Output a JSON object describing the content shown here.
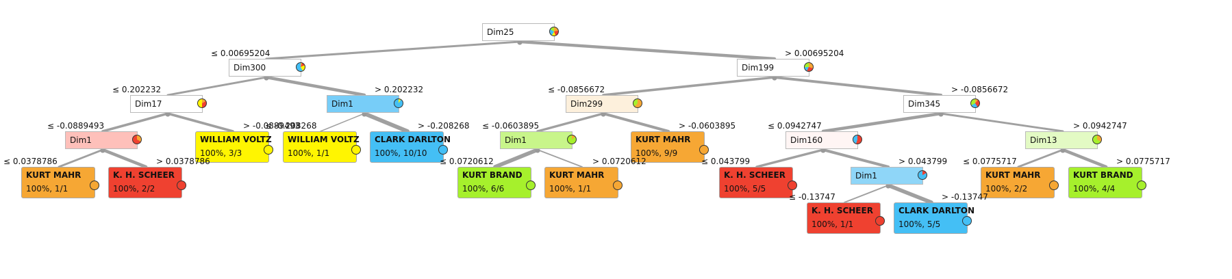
{
  "colors": {
    "KURT MAHR": "#f6a734",
    "K. H. SCHEER": "#ef4130",
    "WILLIAM VOLTZ": "#fff501",
    "CLARK DARLTON": "#44bff5",
    "KURT BRAND": "#a6f02c",
    "edge": "#a0a0a0"
  },
  "nodes": [
    {
      "id": "n0",
      "label": "Dim25",
      "kind": "internal",
      "fill": "#ffffff",
      "pie": [
        [
          "KURT MAHR",
          0.22
        ],
        [
          "K. H. SCHEER",
          0.22
        ],
        [
          "WILLIAM VOLTZ",
          0.14
        ],
        [
          "CLARK DARLTON",
          0.25
        ],
        [
          "KURT BRAND",
          0.17
        ]
      ]
    },
    {
      "id": "n1",
      "label": "Dim300",
      "kind": "internal",
      "fill": "#ffffff",
      "parent": "n0",
      "cond": "≤ 0.00695204",
      "pie": [
        [
          "KURT MAHR",
          0.06
        ],
        [
          "K. H. SCHEER",
          0.12
        ],
        [
          "WILLIAM VOLTZ",
          0.24
        ],
        [
          "CLARK DARLTON",
          0.58
        ]
      ]
    },
    {
      "id": "n2",
      "label": "Dim199",
      "kind": "internal",
      "fill": "#ffffff",
      "parent": "n0",
      "cond": "> 0.00695204",
      "pie": [
        [
          "KURT MAHR",
          0.3
        ],
        [
          "K. H. SCHEER",
          0.27
        ],
        [
          "CLARK DARLTON",
          0.17
        ],
        [
          "KURT BRAND",
          0.26
        ]
      ]
    },
    {
      "id": "n3",
      "label": "Dim17",
      "kind": "internal",
      "fill": "#ffffff",
      "parent": "n1",
      "cond": "≤ 0.202232",
      "pie": [
        [
          "KURT MAHR",
          0.17
        ],
        [
          "K. H. SCHEER",
          0.33
        ],
        [
          "WILLIAM VOLTZ",
          0.5
        ]
      ]
    },
    {
      "id": "n4",
      "label": "Dim1",
      "kind": "internal",
      "fill": "#77cdf8",
      "parent": "n1",
      "cond": "> 0.202232",
      "pie": [
        [
          "WILLIAM VOLTZ",
          0.09
        ],
        [
          "CLARK DARLTON",
          0.91
        ]
      ]
    },
    {
      "id": "n5",
      "label": "Dim299",
      "kind": "internal",
      "fill": "#fdf0dc",
      "parent": "n2",
      "cond": "≤ -0.0856672",
      "pie": [
        [
          "KURT MAHR",
          0.62
        ],
        [
          "KURT BRAND",
          0.38
        ]
      ]
    },
    {
      "id": "n6",
      "label": "Dim345",
      "kind": "internal",
      "fill": "#ffffff",
      "parent": "n2",
      "cond": "> -0.0856672",
      "pie": [
        [
          "KURT MAHR",
          0.11
        ],
        [
          "K. H. SCHEER",
          0.3
        ],
        [
          "CLARK DARLTON",
          0.26
        ],
        [
          "KURT BRAND",
          0.33
        ]
      ]
    },
    {
      "id": "n7",
      "label": "Dim1",
      "kind": "internal",
      "fill": "#fec0ba",
      "parent": "n3",
      "cond": "≤ -0.0889493",
      "pie": [
        [
          "KURT MAHR",
          0.33
        ],
        [
          "K. H. SCHEER",
          0.67
        ]
      ]
    },
    {
      "id": "l1",
      "label": "WILLIAM VOLTZ",
      "kind": "leaf",
      "fill": "#fff501",
      "parent": "n3",
      "cond": "> -0.0889493",
      "stat": "100%, 3/3",
      "pie": [
        [
          "WILLIAM VOLTZ",
          1
        ]
      ]
    },
    {
      "id": "l2",
      "label": "WILLIAM VOLTZ",
      "kind": "leaf",
      "fill": "#fff501",
      "parent": "n4",
      "cond": "≤ -0.208268",
      "stat": "100%, 1/1",
      "pie": [
        [
          "WILLIAM VOLTZ",
          1
        ]
      ]
    },
    {
      "id": "l3",
      "label": "CLARK DARLTON",
      "kind": "leaf",
      "fill": "#44bff5",
      "parent": "n4",
      "cond": "> -0.208268",
      "stat": "100%, 10/10",
      "pie": [
        [
          "CLARK DARLTON",
          1
        ]
      ]
    },
    {
      "id": "n8",
      "label": "Dim1",
      "kind": "internal",
      "fill": "#c8f58a",
      "parent": "n5",
      "cond": "≤ -0.0603895",
      "pie": [
        [
          "KURT MAHR",
          0.14
        ],
        [
          "KURT BRAND",
          0.86
        ]
      ]
    },
    {
      "id": "l4",
      "label": "KURT MAHR",
      "kind": "leaf",
      "fill": "#f6a734",
      "parent": "n5",
      "cond": "> -0.0603895",
      "stat": "100%, 9/9",
      "pie": [
        [
          "KURT MAHR",
          1
        ]
      ]
    },
    {
      "id": "n9",
      "label": "Dim160",
      "kind": "internal",
      "fill": "#fff5f4",
      "parent": "n6",
      "cond": "≤ 0.0942747",
      "pie": [
        [
          "K. H. SCHEER",
          0.55
        ],
        [
          "CLARK DARLTON",
          0.45
        ]
      ]
    },
    {
      "id": "n10",
      "label": "Dim13",
      "kind": "internal",
      "fill": "#e3fac4",
      "parent": "n6",
      "cond": "> 0.0942747",
      "pie": [
        [
          "KURT MAHR",
          0.33
        ],
        [
          "KURT BRAND",
          0.67
        ]
      ]
    },
    {
      "id": "l5",
      "label": "KURT MAHR",
      "kind": "leaf",
      "fill": "#f6a734",
      "parent": "n7",
      "cond": "≤ 0.0378786",
      "stat": "100%, 1/1",
      "pie": [
        [
          "KURT MAHR",
          1
        ]
      ]
    },
    {
      "id": "l6",
      "label": "K. H. SCHEER",
      "kind": "leaf",
      "fill": "#ef4130",
      "parent": "n7",
      "cond": "> 0.0378786",
      "stat": "100%, 2/2",
      "pie": [
        [
          "K. H. SCHEER",
          1
        ]
      ]
    },
    {
      "id": "l7",
      "label": "KURT BRAND",
      "kind": "leaf",
      "fill": "#a6f02c",
      "parent": "n8",
      "cond": "≤ 0.0720612",
      "stat": "100%, 6/6",
      "pie": [
        [
          "KURT BRAND",
          1
        ]
      ]
    },
    {
      "id": "l8",
      "label": "KURT MAHR",
      "kind": "leaf",
      "fill": "#f6a734",
      "parent": "n8",
      "cond": "> 0.0720612",
      "stat": "100%, 1/1",
      "pie": [
        [
          "KURT MAHR",
          1
        ]
      ]
    },
    {
      "id": "l9",
      "label": "K. H. SCHEER",
      "kind": "leaf",
      "fill": "#ef4130",
      "parent": "n9",
      "cond": "≤ 0.043799",
      "stat": "100%, 5/5",
      "pie": [
        [
          "K. H. SCHEER",
          1
        ]
      ]
    },
    {
      "id": "n11",
      "label": "Dim1",
      "kind": "internal",
      "fill": "#8fd6f8",
      "parent": "n9",
      "cond": "> 0.043799",
      "pie": [
        [
          "K. H. SCHEER",
          0.17
        ],
        [
          "CLARK DARLTON",
          0.83
        ]
      ]
    },
    {
      "id": "l10",
      "label": "KURT MAHR",
      "kind": "leaf",
      "fill": "#f6a734",
      "parent": "n10",
      "cond": "≤ 0.0775717",
      "stat": "100%, 2/2",
      "pie": [
        [
          "KURT MAHR",
          1
        ]
      ]
    },
    {
      "id": "l11",
      "label": "KURT BRAND",
      "kind": "leaf",
      "fill": "#a6f02c",
      "parent": "n10",
      "cond": "> 0.0775717",
      "stat": "100%, 4/4",
      "pie": [
        [
          "KURT BRAND",
          1
        ]
      ]
    },
    {
      "id": "l12",
      "label": "K. H. SCHEER",
      "kind": "leaf",
      "fill": "#ef4130",
      "parent": "n11",
      "cond": "≤ -0.13747",
      "stat": "100%, 1/1",
      "pie": [
        [
          "K. H. SCHEER",
          1
        ]
      ]
    },
    {
      "id": "l13",
      "label": "CLARK DARLTON",
      "kind": "leaf",
      "fill": "#44bff5",
      "parent": "n11",
      "cond": "> -0.13747",
      "stat": "100%, 5/5",
      "pie": [
        [
          "CLARK DARLTON",
          1
        ]
      ]
    }
  ],
  "edges": [
    {
      "from": "n0",
      "to": "n1",
      "weight": 0.38
    },
    {
      "from": "n0",
      "to": "n2",
      "weight": 0.62
    },
    {
      "from": "n1",
      "to": "n3",
      "weight": 0.35
    },
    {
      "from": "n1",
      "to": "n4",
      "weight": 0.65
    },
    {
      "from": "n2",
      "to": "n5",
      "weight": 0.47
    },
    {
      "from": "n2",
      "to": "n6",
      "weight": 0.53
    },
    {
      "from": "n3",
      "to": "n7",
      "weight": 0.5
    },
    {
      "from": "n3",
      "to": "l1",
      "weight": 0.5
    },
    {
      "from": "n4",
      "to": "l2",
      "weight": 0.09
    },
    {
      "from": "n4",
      "to": "l3",
      "weight": 0.91
    },
    {
      "from": "n5",
      "to": "n8",
      "weight": 0.44
    },
    {
      "from": "n5",
      "to": "l4",
      "weight": 0.56
    },
    {
      "from": "n6",
      "to": "n9",
      "weight": 0.65
    },
    {
      "from": "n6",
      "to": "n10",
      "weight": 0.35
    },
    {
      "from": "n7",
      "to": "l5",
      "weight": 0.33
    },
    {
      "from": "n7",
      "to": "l6",
      "weight": 0.67
    },
    {
      "from": "n8",
      "to": "l7",
      "weight": 0.86
    },
    {
      "from": "n8",
      "to": "l8",
      "weight": 0.14
    },
    {
      "from": "n9",
      "to": "l9",
      "weight": 0.45
    },
    {
      "from": "n9",
      "to": "n11",
      "weight": 0.55
    },
    {
      "from": "n10",
      "to": "l10",
      "weight": 0.33
    },
    {
      "from": "n10",
      "to": "l11",
      "weight": 0.67
    },
    {
      "from": "n11",
      "to": "l12",
      "weight": 0.17
    },
    {
      "from": "n11",
      "to": "l13",
      "weight": 0.83
    }
  ]
}
